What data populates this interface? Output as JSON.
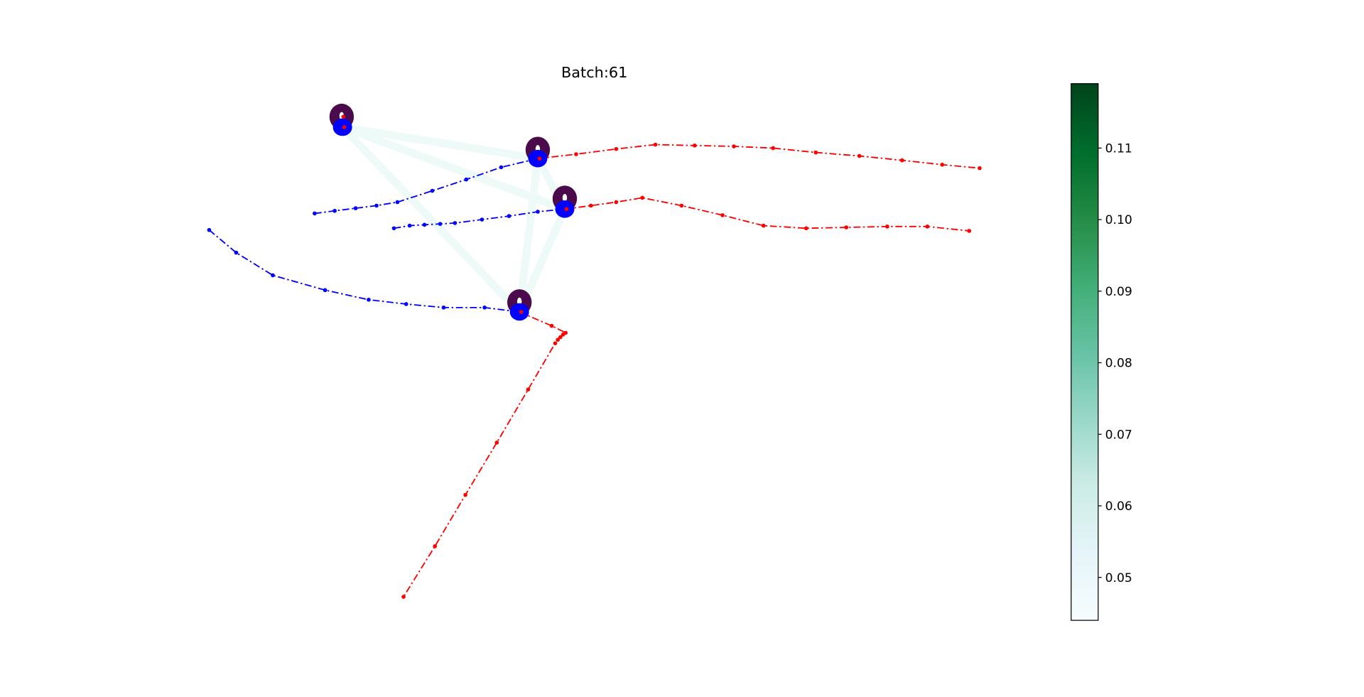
{
  "chart_data": {
    "type": "line",
    "title": "Batch:61",
    "axes_visible": false,
    "xlim": [
      0,
      1565
    ],
    "ylim": [
      0,
      800
    ],
    "ylim_inverted": true,
    "line_style": "dash-dot",
    "colors": {
      "observed": "#0000ff",
      "predicted": "#ff0000",
      "agent_marker": "#4b0a4b",
      "current_position": "#0000ff",
      "interaction_edge": "#eefaf8"
    },
    "agents": [
      {
        "observed": [
          [
            392,
            147
          ],
          [
            393,
            140
          ],
          [
            394,
            134
          ]
        ],
        "predicted": [
          [
            394,
            134
          ],
          [
            394,
            140
          ],
          [
            395,
            146
          ]
        ],
        "current": [
          393,
          146
        ],
        "marker": [
          392,
          134
        ]
      },
      {
        "observed": [
          [
            361,
            245
          ],
          [
            384,
            242
          ],
          [
            408,
            239
          ],
          [
            432,
            236
          ],
          [
            456,
            232
          ],
          [
            496,
            219
          ],
          [
            535,
            206
          ],
          [
            575,
            192
          ],
          [
            617,
            182
          ]
        ],
        "predicted": [
          [
            617,
            182
          ],
          [
            661,
            177
          ],
          [
            707,
            171
          ],
          [
            752,
            166
          ],
          [
            797,
            167
          ],
          [
            842,
            168
          ],
          [
            887,
            170
          ],
          [
            936,
            175
          ],
          [
            986,
            179
          ],
          [
            1035,
            184
          ],
          [
            1081,
            189
          ],
          [
            1124,
            193
          ]
        ],
        "current": [
          617,
          182
        ],
        "marker": [
          617,
          172
        ]
      },
      {
        "observed": [
          [
            452,
            262
          ],
          [
            470,
            259
          ],
          [
            487,
            258
          ],
          [
            505,
            257
          ],
          [
            522,
            256
          ],
          [
            553,
            252
          ],
          [
            584,
            248
          ],
          [
            617,
            243
          ],
          [
            648,
            240
          ]
        ],
        "predicted": [
          [
            648,
            240
          ],
          [
            678,
            236
          ],
          [
            707,
            232
          ],
          [
            737,
            227
          ],
          [
            782,
            236
          ],
          [
            829,
            247
          ],
          [
            876,
            259
          ],
          [
            925,
            262
          ],
          [
            971,
            261
          ],
          [
            1018,
            260
          ],
          [
            1064,
            260
          ],
          [
            1112,
            265
          ]
        ],
        "current": [
          648,
          240
        ],
        "marker": [
          648,
          228
        ]
      },
      {
        "observed": [
          [
            240,
            264
          ],
          [
            271,
            290
          ],
          [
            313,
            316
          ],
          [
            373,
            333
          ],
          [
            423,
            344
          ],
          [
            466,
            349
          ],
          [
            509,
            353
          ],
          [
            556,
            353
          ],
          [
            596,
            358
          ]
        ],
        "predicted": [
          [
            596,
            358
          ],
          [
            633,
            374
          ],
          [
            649,
            382
          ],
          [
            646,
            384
          ],
          [
            643,
            387
          ],
          [
            640,
            390
          ],
          [
            637,
            394
          ],
          [
            606,
            447
          ],
          [
            570,
            508
          ],
          [
            534,
            568
          ],
          [
            499,
            627
          ],
          [
            463,
            685
          ]
        ],
        "current": [
          596,
          358
        ],
        "marker": [
          596,
          347
        ]
      }
    ],
    "interaction_edges": [
      [
        0,
        1
      ],
      [
        0,
        2
      ],
      [
        0,
        3
      ],
      [
        1,
        2
      ],
      [
        1,
        3
      ],
      [
        2,
        3
      ]
    ],
    "colorbar": {
      "colormap": "BuGn",
      "vmin": 0.044,
      "vmax": 0.119,
      "ticks": [
        0.05,
        0.06,
        0.07,
        0.08,
        0.09,
        0.1,
        0.11
      ],
      "tick_labels": [
        "0.05",
        "0.06",
        "0.07",
        "0.08",
        "0.09",
        "0.10",
        "0.11"
      ]
    }
  }
}
